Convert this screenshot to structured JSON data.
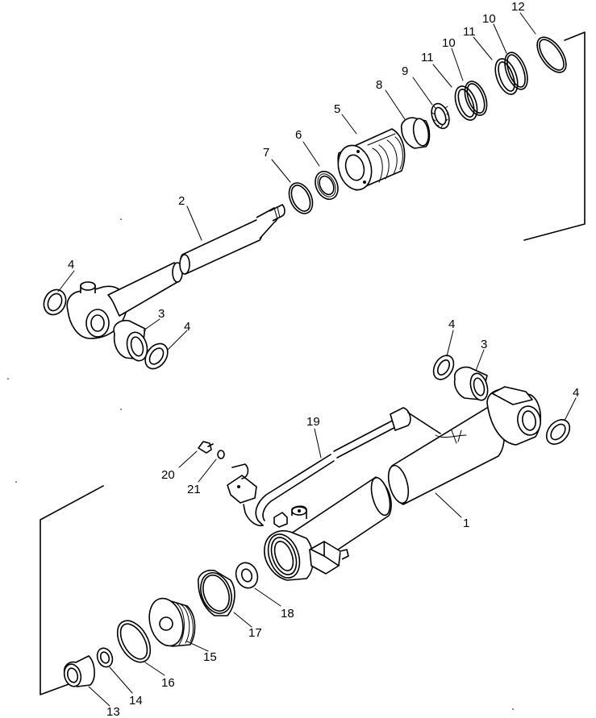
{
  "diagram": {
    "callouts": {
      "p1": "1",
      "p2": "2",
      "p3a": "3",
      "p3b": "3",
      "p4a": "4",
      "p4b": "4",
      "p4c": "4",
      "p4d": "4",
      "p5": "5",
      "p6": "6",
      "p7": "7",
      "p8": "8",
      "p9": "9",
      "p10a": "10",
      "p10b": "10",
      "p11a": "11",
      "p11b": "11",
      "p12": "12",
      "p13": "13",
      "p14": "14",
      "p15": "15",
      "p16": "16",
      "p17": "17",
      "p18": "18",
      "p19": "19",
      "p20": "20",
      "p21": "21"
    }
  }
}
